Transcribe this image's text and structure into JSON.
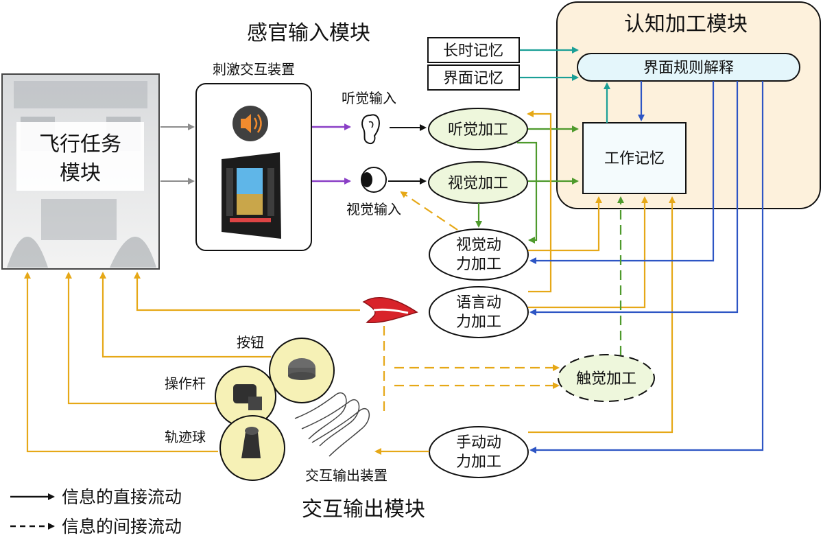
{
  "modules": {
    "sensory_input": "感官输入模块",
    "cognitive_processing": "认知加工模块",
    "interaction_output": "交互输出模块",
    "flight_task_line1": "飞行任务",
    "flight_task_line2": "模块"
  },
  "devices": {
    "stimulus_device": "刺激交互装置",
    "output_device": "交互输出装置",
    "button": "按钮",
    "joystick": "操作杆",
    "trackball": "轨迹球"
  },
  "inputs": {
    "auditory_input": "听觉输入",
    "visual_input": "视觉输入"
  },
  "nodes": {
    "auditory_processing": "听觉加工",
    "visual_processing": "视觉加工",
    "visual_motor_line1": "视觉动",
    "visual_motor_line2": "力加工",
    "speech_motor_line1": "语言动",
    "speech_motor_line2": "力加工",
    "tactile_processing": "触觉加工",
    "manual_motor_line1": "手动动",
    "manual_motor_line2": "力加工"
  },
  "cognition": {
    "long_term_memory": "长时记忆",
    "interface_memory": "界面记忆",
    "interface_rule_interpretation": "界面规则解释",
    "working_memory": "工作记忆"
  },
  "legend": {
    "direct_flow": "信息的直接流动",
    "indirect_flow": "信息的间接流动"
  },
  "colors": {
    "direct_arrow": "#111111",
    "stimulus_arrow": "#8a3fc6",
    "perception_arrow": "#4e9a2c",
    "memory_arrow": "#1a9f96",
    "control_arrow": "#2d55c4",
    "motor_arrow": "#e6a817",
    "device_arrow": "#8c8c8c",
    "cognitive_bg": "#fdf1dc",
    "processing_node_fill": "#eef7dc",
    "device_fill": "#f6f1b6",
    "rule_fill": "#e4f6fb"
  }
}
